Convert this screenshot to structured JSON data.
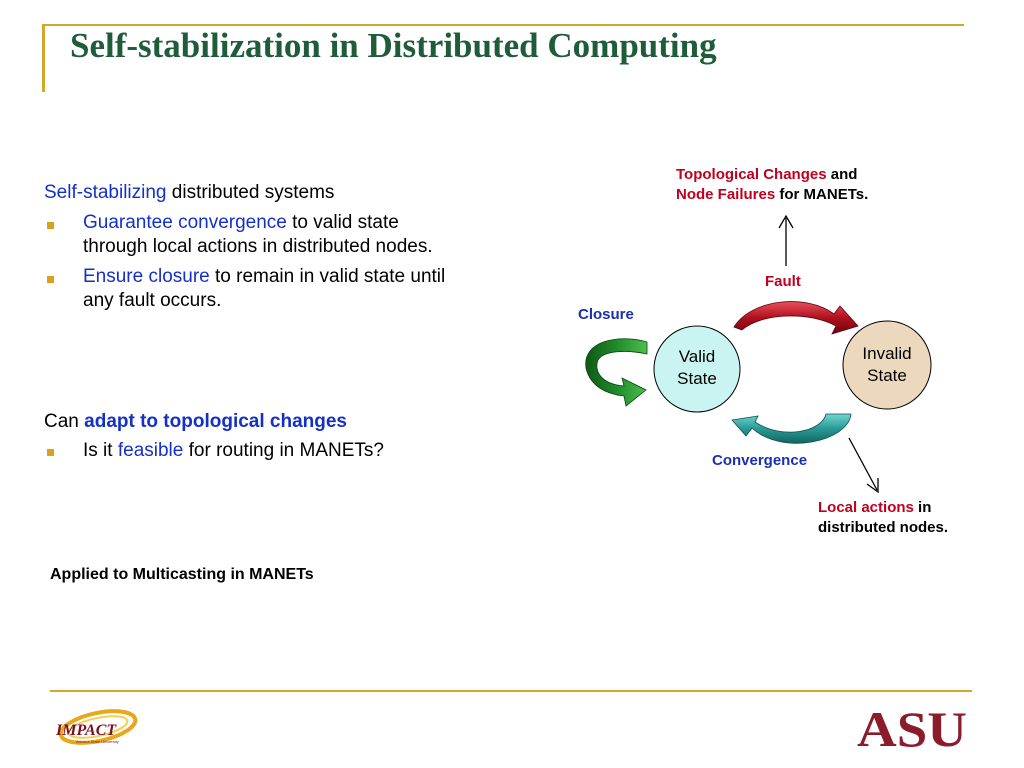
{
  "title": "Self-stabilization in Distributed Computing",
  "left": {
    "p1": {
      "highlight": "Self-stabilizing",
      "rest": " distributed systems"
    },
    "b1": {
      "highlight": "Guarantee convergence",
      "rest1": " to valid state",
      "line2": "through local actions in distributed nodes."
    },
    "b2": {
      "highlight": "Ensure closure",
      "rest1": " to remain in valid state until",
      "line2": "any fault occurs."
    },
    "p2": {
      "lead": "Can ",
      "highlight": "adapt to topological changes"
    },
    "b3": {
      "lead": "Is it ",
      "highlight": "feasible",
      "rest": " for routing in MANETs?"
    },
    "applied": "Applied to Multicasting in MANETs"
  },
  "diagram": {
    "top_note": {
      "red1": "Topological Changes",
      "black1": " and",
      "red2": "Node Failures",
      "black2": " for MANETs."
    },
    "fault": "Fault",
    "closure": "Closure",
    "convergence": "Convergence",
    "valid_state": {
      "line1": "Valid",
      "line2": "State"
    },
    "invalid_state": {
      "line1": "Invalid",
      "line2": "State"
    },
    "bottom_note": {
      "red1": "Local actions",
      "black1": " in",
      "line2": "distributed nodes."
    },
    "colors": {
      "fault_arrow": "#b0101c",
      "closure_arrow": "#1f8a2a",
      "convergence_arrow": "#2a9a96",
      "valid_fill": "#c9f4f2",
      "invalid_fill": "#ecd9bd"
    }
  },
  "logos": {
    "impact": "IMPACT",
    "impact_sub": "Arizona State University",
    "asu": "ASU"
  }
}
